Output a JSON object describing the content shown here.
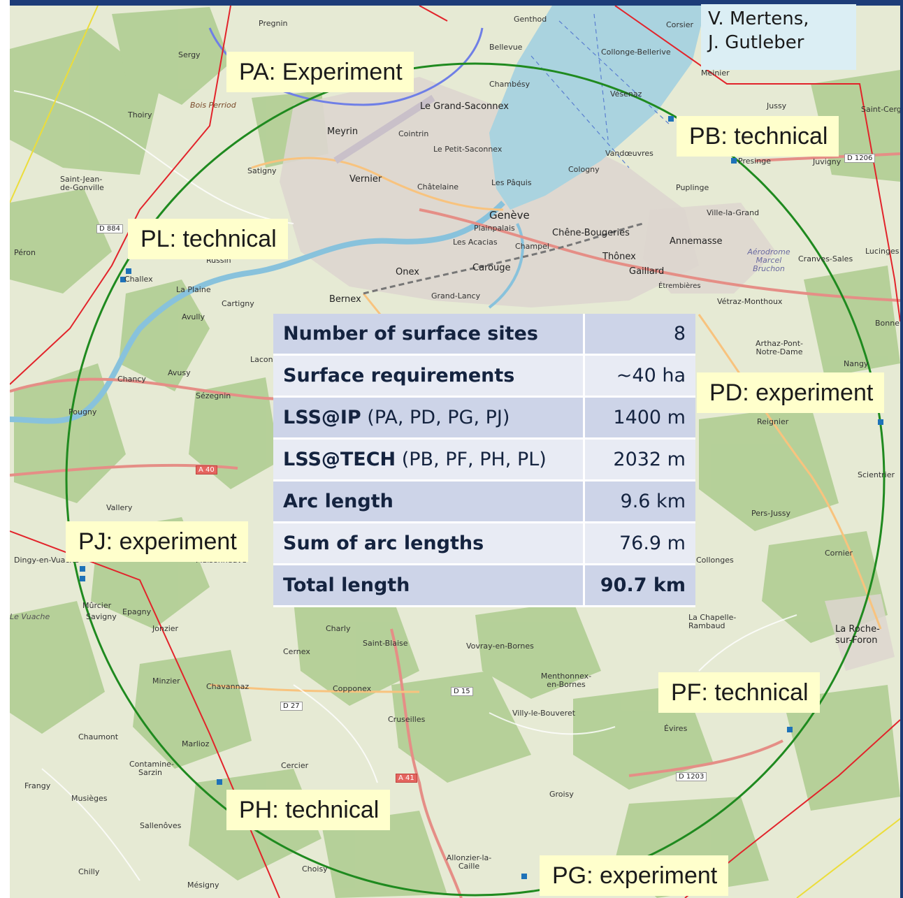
{
  "authors": [
    "V. Mertens,",
    "J. Gutleber"
  ],
  "points": [
    {
      "id": "pa",
      "label": "PA: Experiment"
    },
    {
      "id": "pb",
      "label": "PB: technical"
    },
    {
      "id": "pd",
      "label": "PD: experiment"
    },
    {
      "id": "pf",
      "label": "PF: technical"
    },
    {
      "id": "pg",
      "label": "PG: experiment"
    },
    {
      "id": "ph",
      "label": "PH: technical"
    },
    {
      "id": "pj",
      "label": "PJ: experiment"
    },
    {
      "id": "pl",
      "label": "PL: technical"
    }
  ],
  "table": {
    "rows": [
      {
        "key": "Number of surface sites",
        "key_extra": "",
        "value": "8",
        "value_bold": false
      },
      {
        "key": "Surface requirements",
        "key_extra": "",
        "value": "~40 ha",
        "value_bold": false
      },
      {
        "key": "LSS@IP",
        "key_extra": " (PA, PD, PG, PJ)",
        "value": "1400 m",
        "value_bold": false
      },
      {
        "key": "LSS@TECH",
        "key_extra": " (PB, PF, PH, PL)",
        "value": "2032 m",
        "value_bold": false
      },
      {
        "key": "Arc length",
        "key_extra": "",
        "value": "9.6 km",
        "value_bold": false
      },
      {
        "key": "Sum of arc lengths",
        "key_extra": "",
        "value": "76.9 m",
        "value_bold": false
      },
      {
        "key": "Total length",
        "key_extra": "",
        "value": "90.7 km",
        "value_bold": true
      }
    ]
  },
  "map": {
    "places": [
      "Pregnin",
      "Genthod",
      "Corsier",
      "Bellevue",
      "Collonge-Bellerive",
      "Meinier",
      "Sergy",
      "Chambésy",
      "Vésenaz",
      "Jussy",
      "Saint-Cergu",
      "Thoiry",
      "Bois Perriod",
      "Le Grand-Saconnex",
      "Meyrin",
      "Cointrin",
      "Le Petit-Saconnex",
      "Vandœuvres",
      "Presinge",
      "Juvigny",
      "Satigny",
      "Cologny",
      "Saint-Jean-de-Gonville",
      "Vernier",
      "Châtelaine",
      "Les Pâquis",
      "Puplinge",
      "Genève",
      "Ville-la-Grand",
      "Plainpalais",
      "Chêne-Bougeries",
      "Annemasse",
      "Péron",
      "Les Acacias",
      "Champel",
      "Thônex",
      "Aérodrome Marcel Bruchon",
      "Cranves-Sales",
      "Lucinges",
      "Russin",
      "Onex",
      "Carouge",
      "Gaillard",
      "Étrembières",
      "Challex",
      "La Plaine",
      "Bernex",
      "Grand-Lancy",
      "Vétraz-Monthoux",
      "Cartigny",
      "Avully",
      "Bonne",
      "Arthaz-Pont-Notre-Dame",
      "Laconnex",
      "Nangy",
      "Chancy",
      "Avusy",
      "Sézegnin",
      "Reignier",
      "Pougny",
      "Scientrier",
      "Vallery",
      "Pers-Jussy",
      "Collonges",
      "Dingy-en-Vuache",
      "Maisonneuve",
      "Cornier",
      "Mûrcier",
      "Epagny",
      "La Chapelle-Rambaud",
      "Le Vuache",
      "Savigny",
      "Jonzier",
      "Charly",
      "La Roche-sur-Foron",
      "Cernex",
      "Saint-Blaise",
      "Vovray-en-Bornes",
      "Minzier",
      "Chavannaz",
      "Copponex",
      "Menthonnex-en-Bornes",
      "Villy-le-Bouveret",
      "Chaumont",
      "Marlioz",
      "Cruseilles",
      "Évires",
      "Contamine-Sarzin",
      "Frangy",
      "Cercier",
      "Musièges",
      "Groisy",
      "Sallenôves",
      "Allonzier-la-Caille",
      "Chilly",
      "Choisy",
      "Mésigny"
    ],
    "roads": [
      "D 1206",
      "D 884",
      "A 40",
      "D 15",
      "D 27",
      "A 41",
      "D 1203"
    ]
  }
}
